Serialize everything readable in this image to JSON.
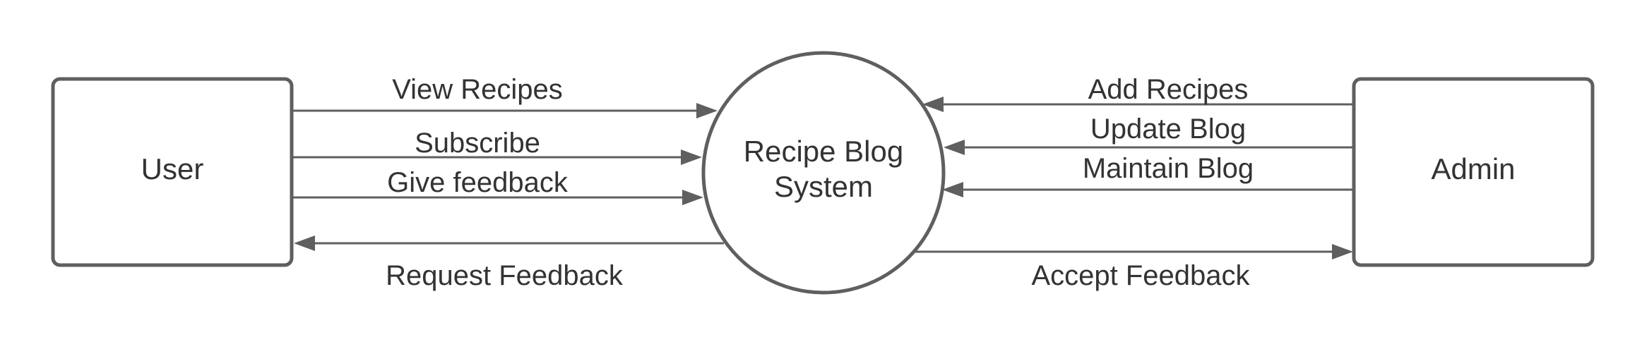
{
  "diagram": {
    "nodes": {
      "user": {
        "label": "User"
      },
      "system": {
        "label_line1": "Recipe Blog",
        "label_line2": "System"
      },
      "admin": {
        "label": "Admin"
      }
    },
    "flows": {
      "view_recipes": "View Recipes",
      "subscribe": "Subscribe",
      "give_feedback": "Give feedback",
      "request_feedback": "Request Feedback",
      "add_recipes": "Add Recipes",
      "update_blog": "Update Blog",
      "maintain_blog": "Maintain Blog",
      "accept_feedback": "Accept Feedback"
    },
    "colors": {
      "stroke": "#5f5f5f",
      "text": "#333333"
    }
  }
}
